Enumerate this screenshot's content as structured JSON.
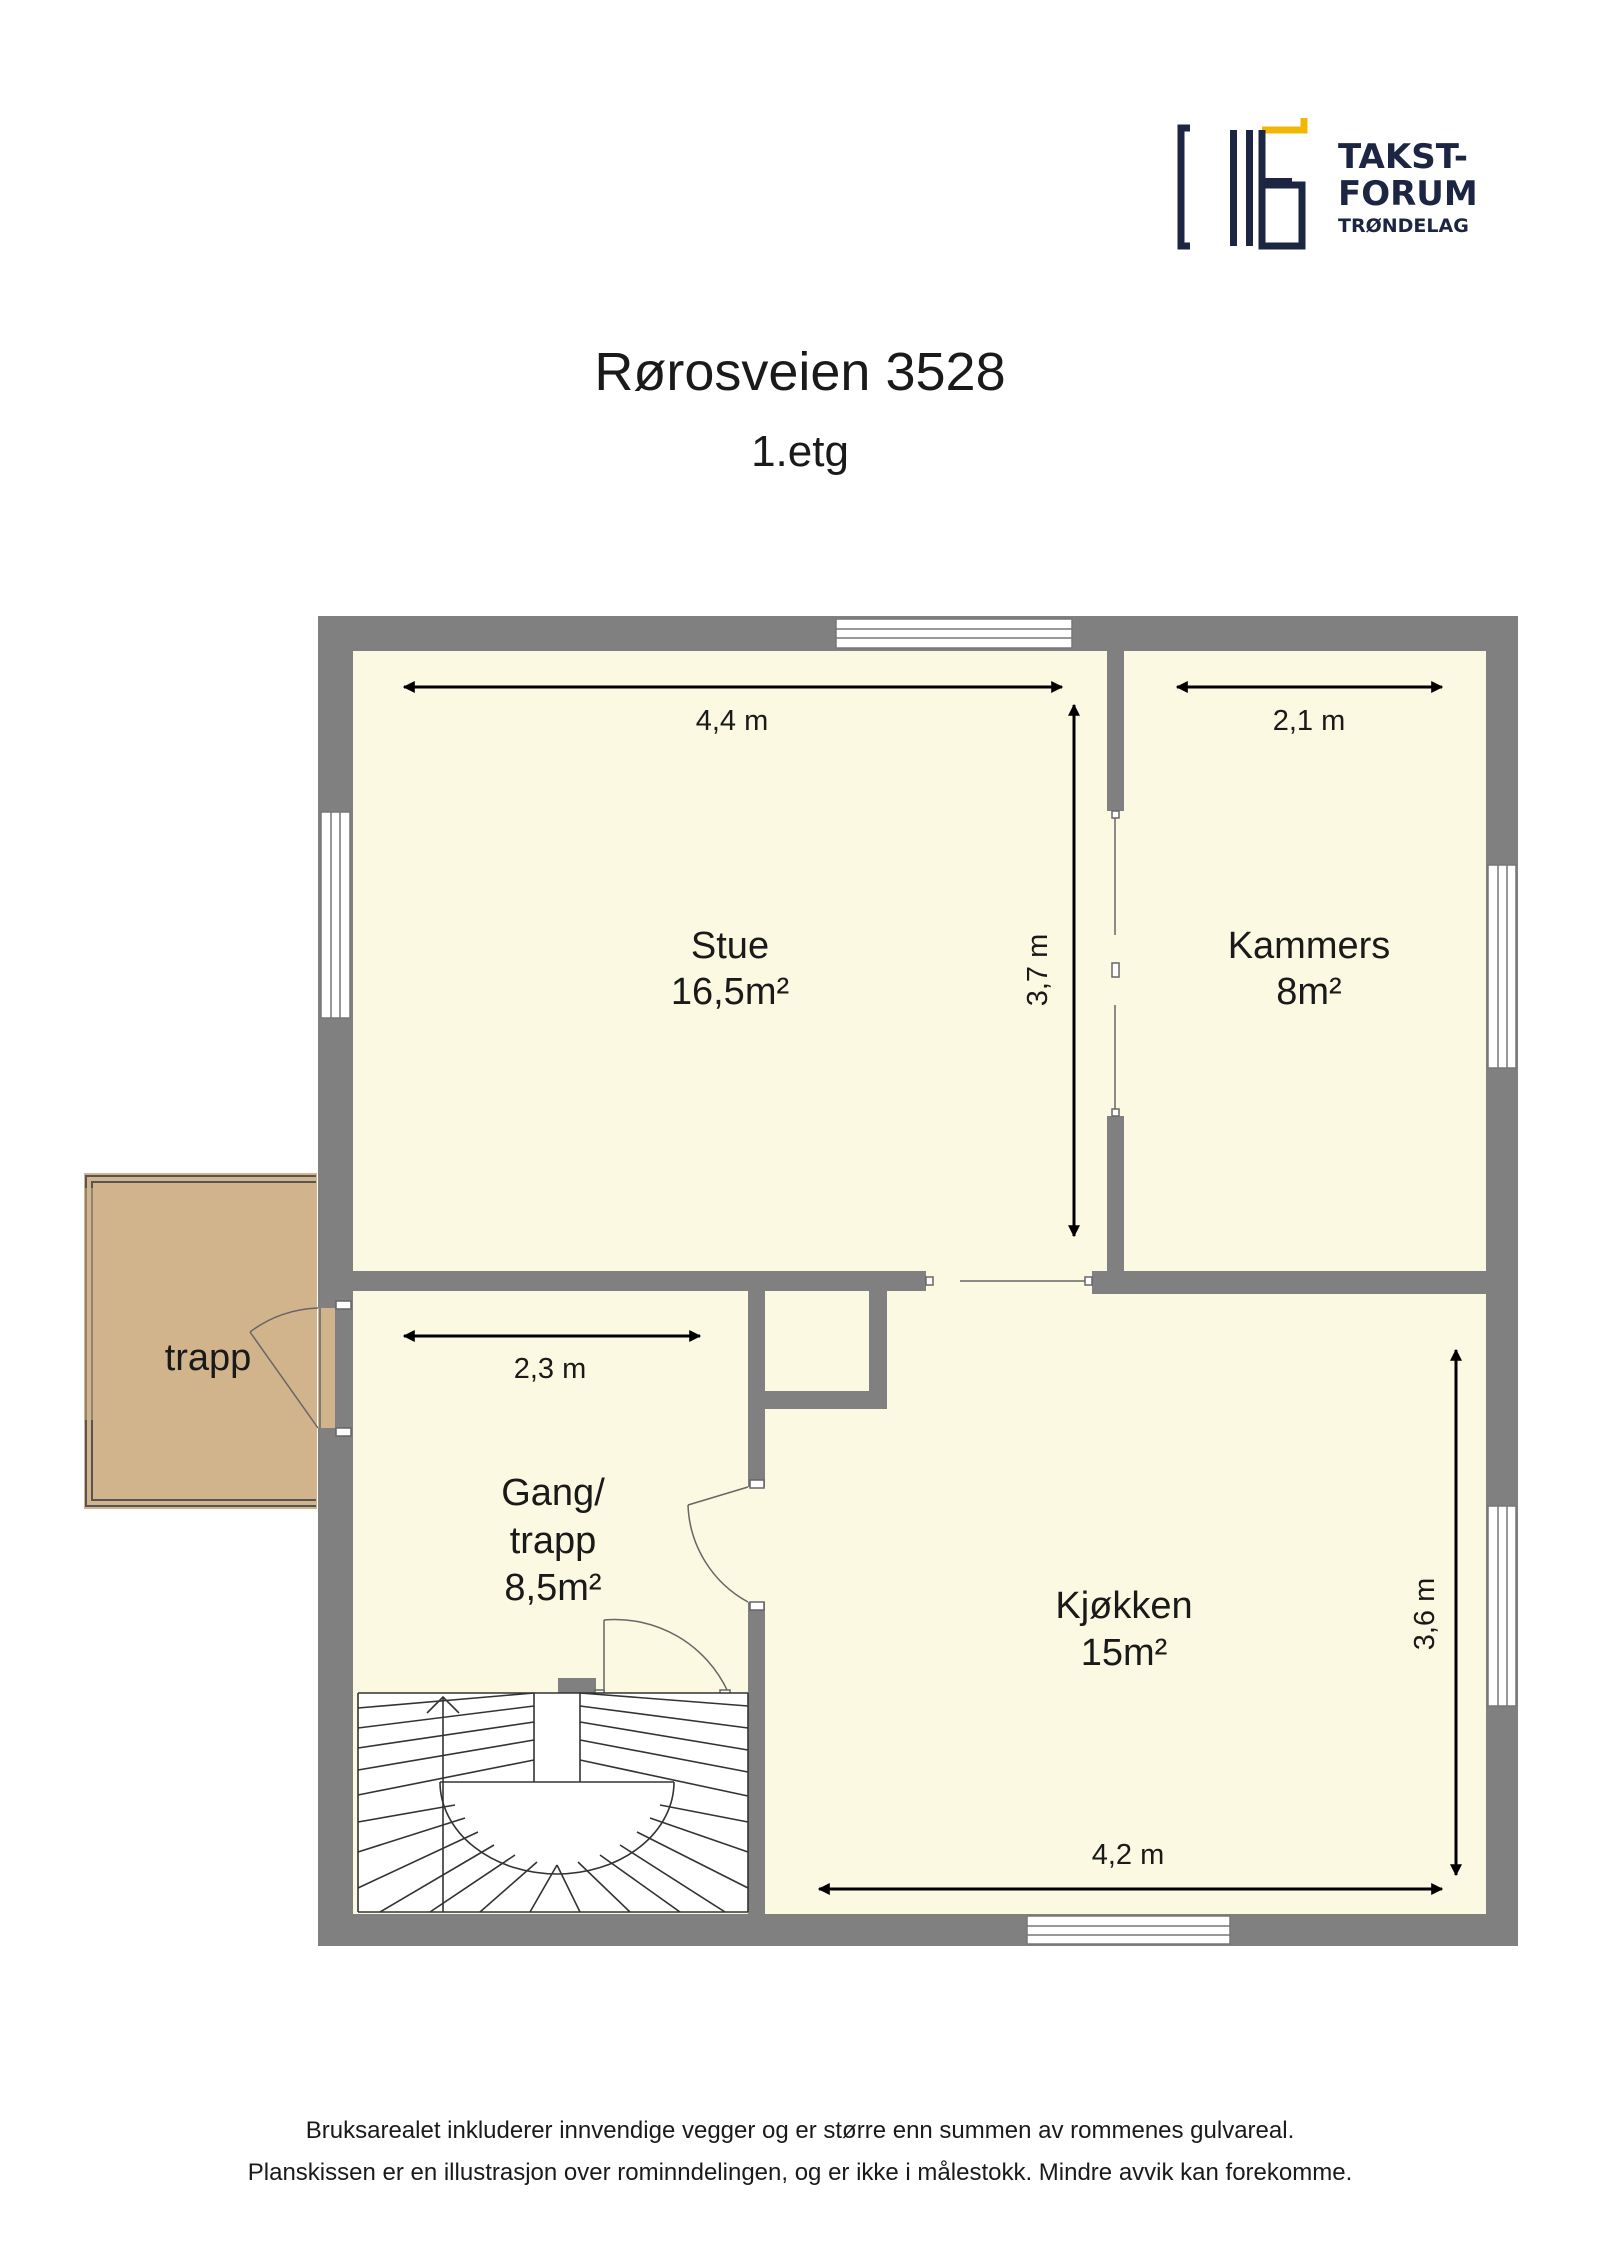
{
  "logo": {
    "line1": "TAKST-",
    "line2": "FORUM",
    "line3": "TRØNDELAG",
    "color_navy": "#1c2541",
    "color_gold": "#f2b705"
  },
  "header": {
    "title": "Rørosveien 3528",
    "subtitle": "1.etg"
  },
  "rooms": {
    "stue": {
      "name": "Stue",
      "area": "16,5m²"
    },
    "kammers": {
      "name": "Kammers",
      "area": "8m²"
    },
    "gang": {
      "name_line1": "Gang/",
      "name_line2": "trapp",
      "area": "8,5m²"
    },
    "kjokken": {
      "name": "Kjøkken",
      "area": "15m²"
    },
    "trapp": {
      "name": "trapp"
    }
  },
  "dimensions": {
    "stue_width": "4,4 m",
    "stue_depth": "3,7 m",
    "kammers_width": "2,1 m",
    "gang_width": "2,3 m",
    "kjokken_width": "4,2 m",
    "kjokken_depth": "3,6 m"
  },
  "colors": {
    "wall": "#808080",
    "floor": "#fbf9e1",
    "porch": "#d1b48c"
  },
  "footer": {
    "line1": "Bruksarealet inkluderer innvendige vegger og er større enn summen av rommenes gulvareal.",
    "line2": "Planskissen er en illustrasjon over rominndelingen, og er ikke i målestokk. Mindre avvik kan forekomme."
  }
}
